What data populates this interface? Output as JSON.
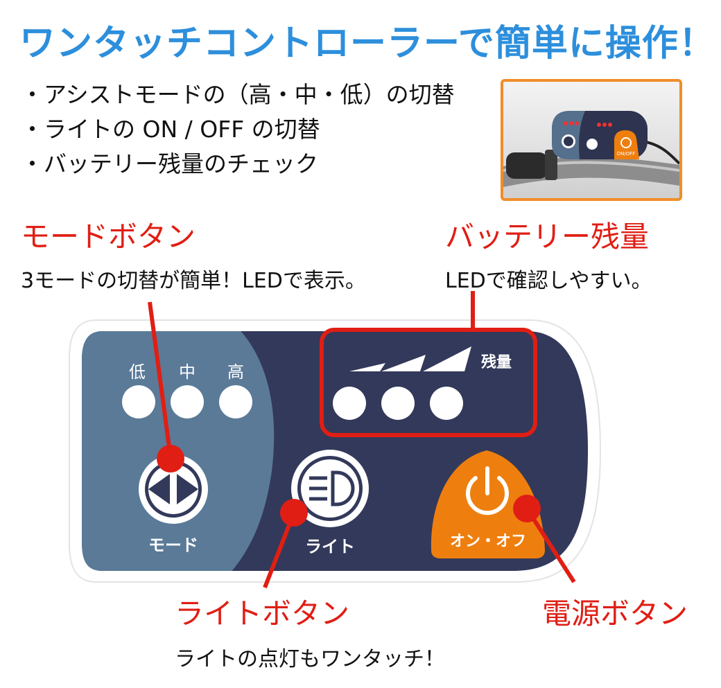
{
  "title": "ワンタッチコントローラーで簡単に操作！",
  "bullets": [
    "・アシストモードの（高・中・低）の切替",
    "・ライトの ON / OFF の切替",
    "・バッテリー残量のチェック"
  ],
  "mode_button": {
    "heading": "モードボタン",
    "description": "3モードの切替が簡単！LEDで表示。"
  },
  "battery": {
    "heading": "バッテリー残量",
    "description": "LEDで確認しやすい。"
  },
  "light_button": {
    "heading": "ライトボタン",
    "description": "ライトの点灯もワンタッチ！"
  },
  "power_button": {
    "heading": "電源ボタン"
  },
  "panel": {
    "mode_levels": [
      "低",
      "中",
      "高"
    ],
    "battery_label": "残量",
    "mode_label": "モード",
    "light_label": "ライト",
    "power_label": "オン・オフ"
  },
  "photo": {
    "label": "ON/OFF"
  },
  "colors": {
    "title": "#2d8fdc",
    "accent_red": "#e01e14",
    "panel_navy": "#33395a",
    "panel_blue": "#5a7a98",
    "power_orange": "#ee7f0f",
    "photo_border": "#f08d28"
  }
}
